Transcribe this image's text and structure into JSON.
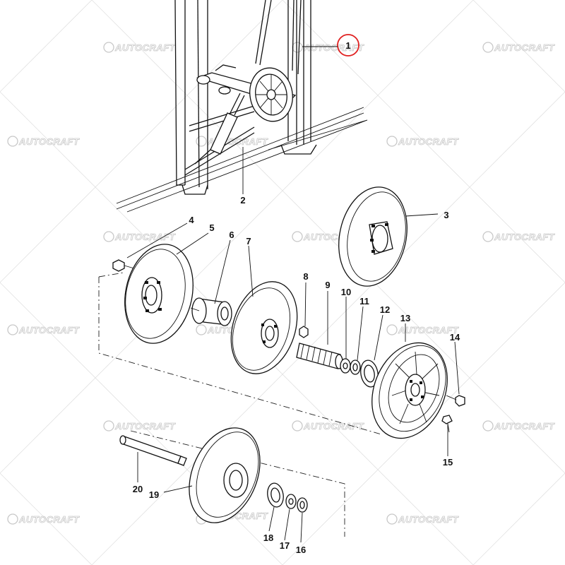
{
  "watermark": {
    "text": "AUTOCRAFT"
  },
  "callouts": {
    "p1": "1",
    "p2": "2",
    "p3": "3",
    "p4": "4",
    "p5": "5",
    "p6": "6",
    "p7": "7",
    "p8": "8",
    "p9": "9",
    "p10": "10",
    "p11": "11",
    "p12": "12",
    "p13": "13",
    "p14": "14",
    "p15": "15",
    "p16": "16",
    "p17": "17",
    "p18": "18",
    "p19": "19",
    "p20": "20"
  },
  "colors": {
    "line": "#111111",
    "highlight_circle": "#e02020",
    "watermark": "#c8c8c8",
    "background": "#ffffff"
  }
}
